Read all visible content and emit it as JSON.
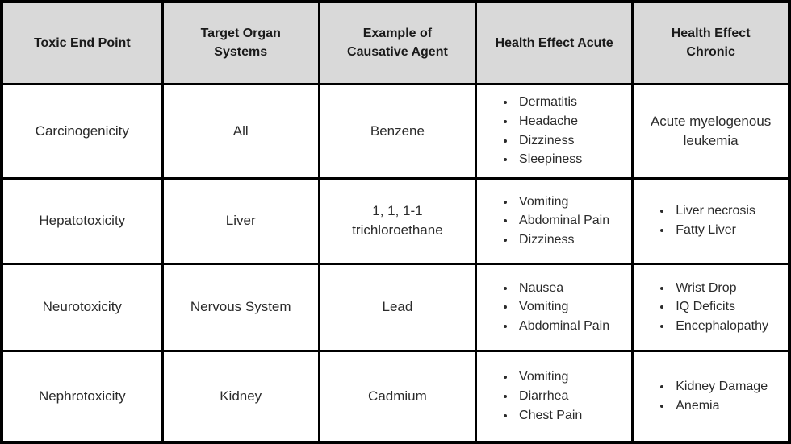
{
  "colors": {
    "header_bg": "#d9d9d9",
    "cell_bg": "#ffffff",
    "border": "#000000",
    "header_text": "#1a1a1a",
    "body_text": "#2b2b2b"
  },
  "chart_data": {
    "type": "table",
    "title": "",
    "columns": [
      "Toxic End Point",
      "Target Organ Systems",
      "Example of Causative Agent",
      "Health Effect Acute",
      "Health Effect Chronic"
    ],
    "rows": [
      [
        "Carcinogenicity",
        "All",
        "Benzene",
        "Dermatitis; Headache; Dizziness; Sleepiness",
        "Acute myelogenous leukemia"
      ],
      [
        "Hepatotoxicity",
        "Liver",
        "1, 1, 1-1 trichloroethane",
        "Vomiting; Abdominal Pain; Dizziness",
        "Liver necrosis; Fatty Liver"
      ],
      [
        "Neurotoxicity",
        "Nervous System",
        "Lead",
        "Nausea; Vomiting; Abdominal Pain",
        "Wrist Drop; IQ Deficits; Encephalopathy"
      ],
      [
        "Nephrotoxicity",
        "Kidney",
        "Cadmium",
        "Vomiting; Diarrhea; Chest Pain",
        "Kidney Damage; Anemia"
      ]
    ]
  },
  "table": {
    "columns": [
      {
        "id": "toxic-end-point",
        "label": "Toxic End Point"
      },
      {
        "id": "target-organ-systems",
        "label": "Target Organ\nSystems"
      },
      {
        "id": "example-of-causative-agent",
        "label": "Example of\nCausative Agent"
      },
      {
        "id": "health-effect-acute",
        "label": "Health Effect Acute"
      },
      {
        "id": "health-effect-chronic",
        "label": "Health Effect\nChronic"
      }
    ],
    "rows": [
      {
        "cells": [
          {
            "type": "text",
            "value": "Carcinogenicity"
          },
          {
            "type": "text",
            "value": "All"
          },
          {
            "type": "text",
            "value": "Benzene"
          },
          {
            "type": "list",
            "items": [
              "Dermatitis",
              "Headache",
              "Dizziness",
              "Sleepiness"
            ]
          },
          {
            "type": "text",
            "value": "Acute myelogenous\nleukemia"
          }
        ]
      },
      {
        "cells": [
          {
            "type": "text",
            "value": "Hepatotoxicity"
          },
          {
            "type": "text",
            "value": "Liver"
          },
          {
            "type": "text",
            "value": "1, 1, 1-1\ntrichloroethane"
          },
          {
            "type": "list",
            "items": [
              "Vomiting",
              "Abdominal Pain",
              "Dizziness"
            ]
          },
          {
            "type": "list",
            "items": [
              "Liver necrosis",
              "Fatty Liver"
            ]
          }
        ]
      },
      {
        "cells": [
          {
            "type": "text",
            "value": "Neurotoxicity"
          },
          {
            "type": "text",
            "value": "Nervous System"
          },
          {
            "type": "text",
            "value": "Lead"
          },
          {
            "type": "list",
            "items": [
              "Nausea",
              "Vomiting",
              "Abdominal Pain"
            ]
          },
          {
            "type": "list",
            "items": [
              "Wrist Drop",
              "IQ Deficits",
              "Encephalopathy"
            ]
          }
        ]
      },
      {
        "cells": [
          {
            "type": "text",
            "value": "Nephrotoxicity"
          },
          {
            "type": "text",
            "value": "Kidney"
          },
          {
            "type": "text",
            "value": "Cadmium"
          },
          {
            "type": "list",
            "items": [
              "Vomiting",
              "Diarrhea",
              "Chest Pain"
            ]
          },
          {
            "type": "list",
            "items": [
              "Kidney Damage",
              "Anemia"
            ]
          }
        ]
      }
    ]
  }
}
